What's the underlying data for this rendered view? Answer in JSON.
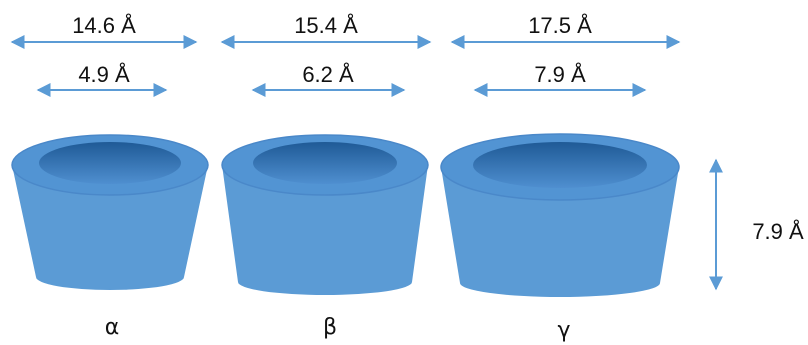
{
  "cyclodextrins": [
    {
      "name": "α",
      "outer_diameter": "14.6 Å",
      "cavity_diameter": "4.9 Å"
    },
    {
      "name": "β",
      "outer_diameter": "15.4 Å",
      "cavity_diameter": "6.2 Å"
    },
    {
      "name": "γ",
      "outer_diameter": "17.5 Å",
      "cavity_diameter": "7.9 Å"
    }
  ],
  "height": "7.9 Å",
  "colors": {
    "body": "#5b9bd5",
    "rim": "#4a88c9",
    "cavity": "#2e6aa6",
    "arrow": "#5b9bd5"
  }
}
